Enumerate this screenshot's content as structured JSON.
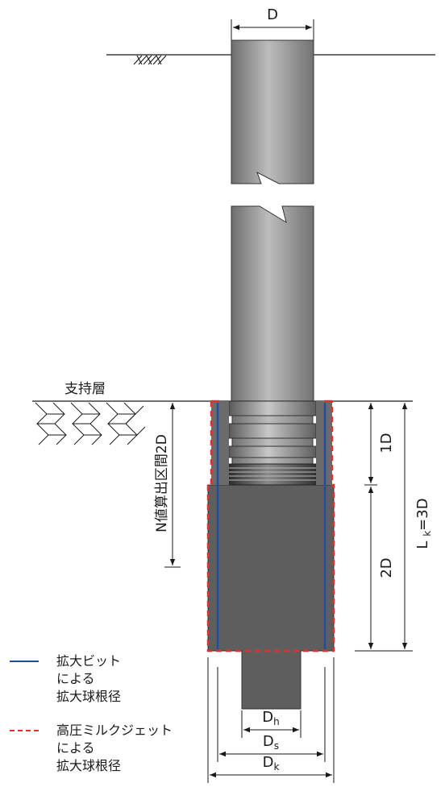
{
  "labels": {
    "pile_diameter": "D",
    "bearing_layer": "支持層",
    "n_value_range": "N値算出区間2D",
    "upper_length": "1D",
    "lower_length": "2D",
    "total_length": "Lk=3D",
    "dim_h": "Dh",
    "dim_s": "Ds",
    "dim_k": "Dk"
  },
  "legend": [
    {
      "lines": [
        "拡大ビット",
        "による",
        "拡大球根径"
      ],
      "style": "solid",
      "color": "#1f4e9e"
    },
    {
      "lines": [
        "高圧ミルクジェット",
        "による",
        "拡大球根径"
      ],
      "style": "dashed",
      "color": "#e03030"
    }
  ],
  "colors": {
    "pile_light": "#b3b3b3",
    "pile_dark": "#6a6a6a",
    "bulb": "#5e5e5e",
    "expanded_bit_line": "#1f4e9e",
    "milk_jet_line": "#e03030"
  }
}
